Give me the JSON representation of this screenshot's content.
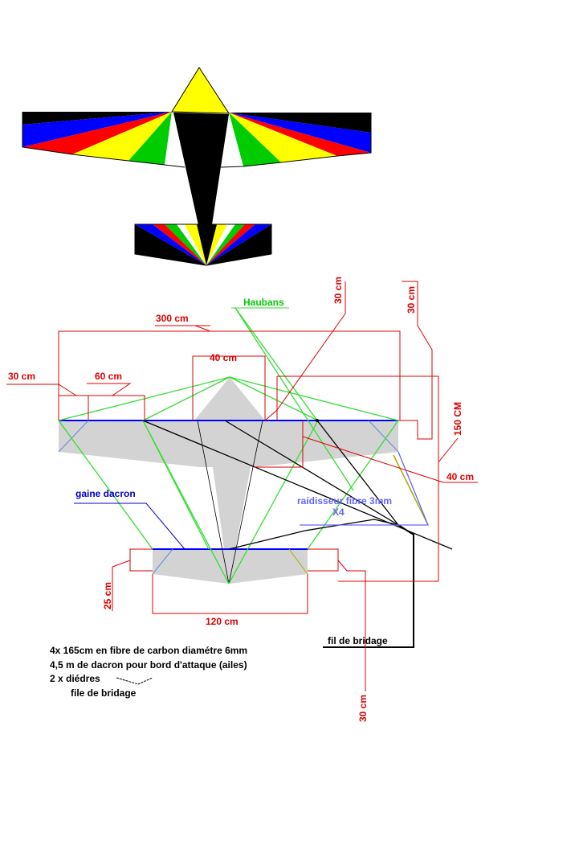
{
  "colors": {
    "black": "#000000",
    "yellow": "#ffff00",
    "blue": "#0000ff",
    "red": "#ff0000",
    "green": "#00cc00",
    "gray": "#d3d3d3",
    "dim_red": "#dd0000",
    "bridle_green": "#33dd33",
    "label_blue": "#0000cc",
    "light_blue": "#6666ff",
    "olive": "#aaaa00"
  },
  "labels": {
    "haubans": "Haubans",
    "dim_300": "300 cm",
    "dim_40_top": "40 cm",
    "dim_30_left": "30 cm",
    "dim_60": "60 cm",
    "dim_30_v1": "30 cm",
    "dim_30_v2": "30 cm",
    "dim_150": "150 CM",
    "dim_40_right": "40 cm",
    "gaine": "gaine dacron",
    "raidisseur": "raidisseur fibre 3mm",
    "x4": "X4",
    "dim_25": "25 cm",
    "dim_120": "120 cm",
    "fil_bridage": "fil de bridage",
    "dim_30_bottom": "30 cm"
  },
  "notes": {
    "line1": "4x 165cm en fibre de carbon diamétre 6mm",
    "line2": "4,5 m de dacron pour bord d'attaque (ailes)",
    "line3": "2 x diédres",
    "line4": "file de bridage"
  }
}
